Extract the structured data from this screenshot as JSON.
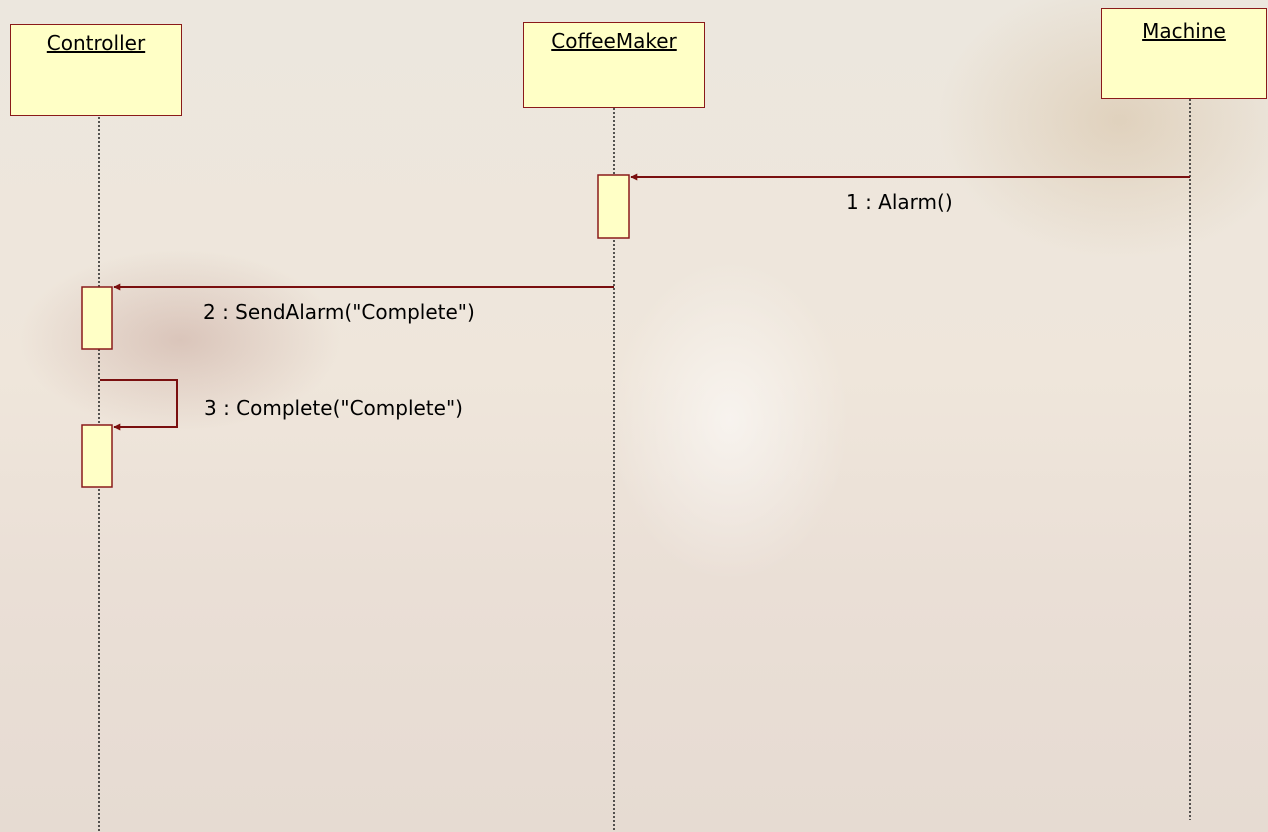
{
  "lifelines": [
    {
      "id": "controller",
      "name": "Controller"
    },
    {
      "id": "coffeemaker",
      "name": "CoffeeMaker"
    },
    {
      "id": "machine",
      "name": "Machine"
    }
  ],
  "messages": [
    {
      "id": "m1",
      "label": "1 : Alarm()",
      "from": "Machine",
      "to": "CoffeeMaker"
    },
    {
      "id": "m2",
      "label": "2 : SendAlarm(\"Complete\")",
      "from": "CoffeeMaker",
      "to": "Controller"
    },
    {
      "id": "m3",
      "label": "3 : Complete(\"Complete\")",
      "from": "Controller",
      "to": "Controller"
    }
  ],
  "colors": {
    "head_fill": "#ffffc6",
    "stroke": "#8a1a1a",
    "arrow": "#7a0f0f"
  }
}
